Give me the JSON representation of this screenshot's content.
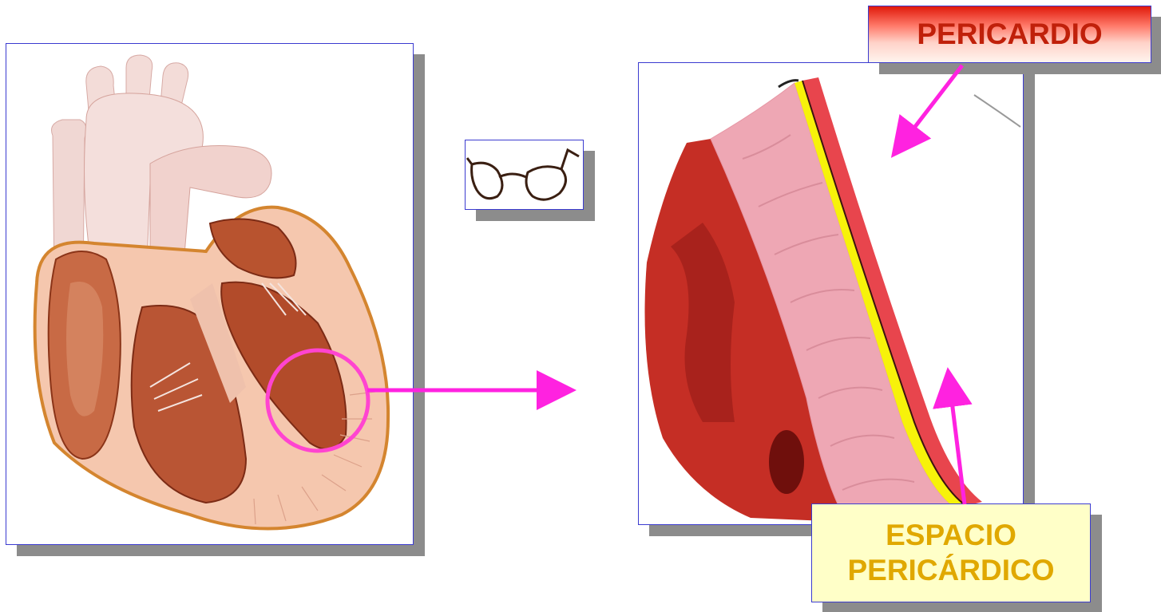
{
  "labels": {
    "pericardio": "PERICARDIO",
    "espacio_line1": "ESPACIO",
    "espacio_line2": "PERICÁRDICO"
  },
  "colors": {
    "panel_border": "#3b3bd0",
    "shadow": "#8c8c8c",
    "arrow": "#ff22e0",
    "pericardio_text": "#c0200a",
    "espacio_text": "#e0a800",
    "espacio_bg": "#ffffc8",
    "pericardial_layer": "#f7f20a"
  },
  "icons": {
    "glasses": "glasses-icon"
  }
}
